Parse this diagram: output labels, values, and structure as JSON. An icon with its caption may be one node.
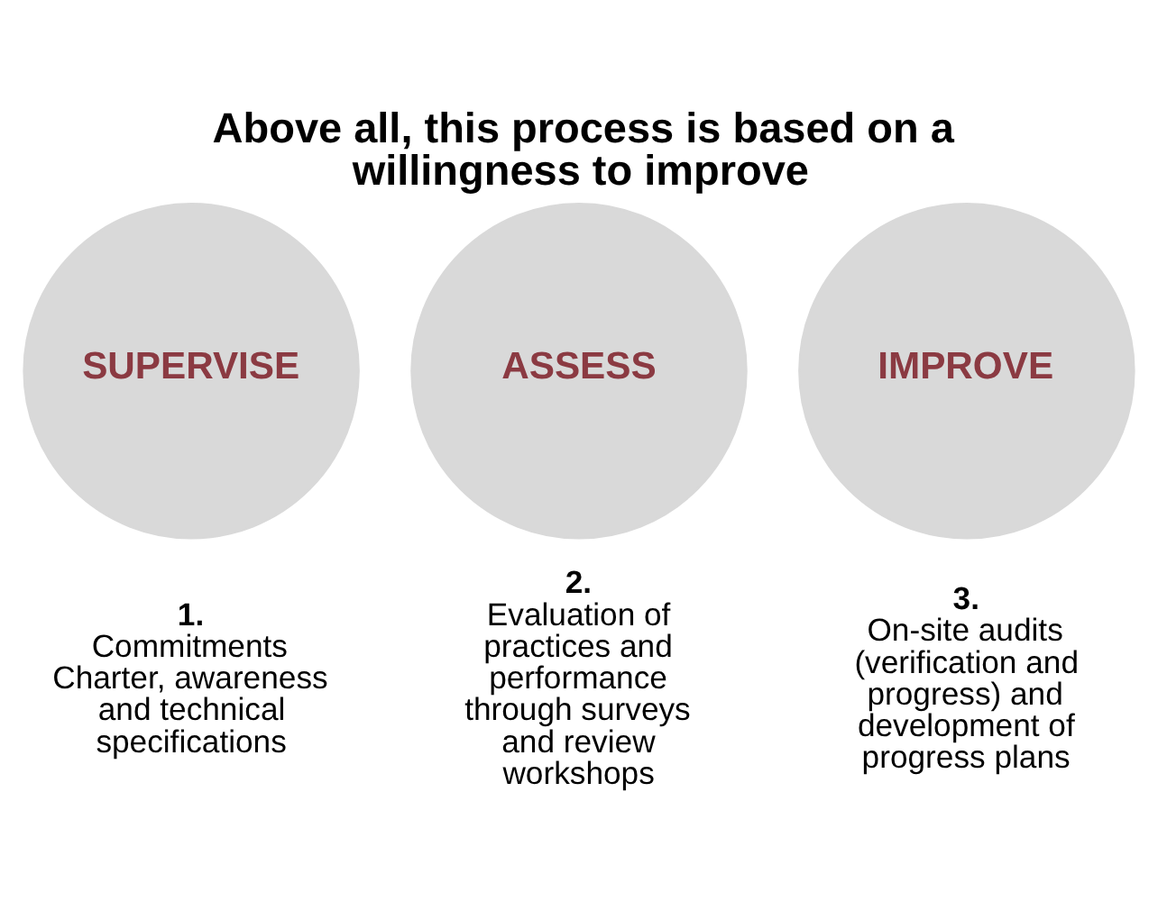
{
  "diagram": {
    "title": "Above all, this process is based on a willingness to improve",
    "nodes": [
      {
        "text": [
          "SUPERVISE"
        ],
        "beside": [
          "1.",
          "Commitments Charter, awareness and technical specifications"
        ]
      },
      {
        "text": [
          "ASSESS"
        ],
        "beside": [
          "2.",
          "Evaluation of practices and performance through surveys and review workshops"
        ]
      },
      {
        "text": [
          "IMPROVE"
        ],
        "beside": [
          "3.",
          "On-site audits (verification and progress) and development of progress plans"
        ]
      }
    ],
    "edges": []
  }
}
